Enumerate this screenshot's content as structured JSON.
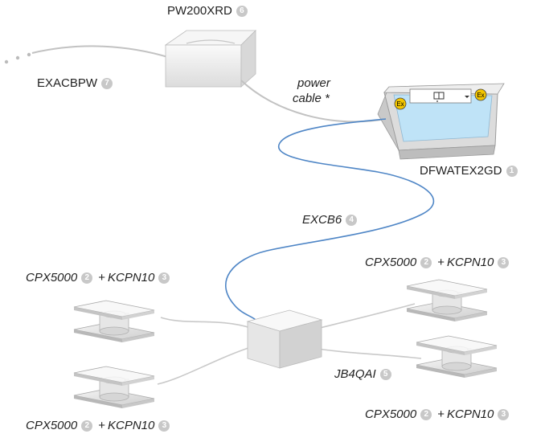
{
  "components": {
    "power_supply": {
      "code": "PW200XRD",
      "num": "6"
    },
    "mains_cable": {
      "code": "EXACBPW",
      "num": "7"
    },
    "power_cable": {
      "line1": "power",
      "line2": "cable *"
    },
    "indicator": {
      "code": "DFWATEX2GD",
      "num": "1",
      "ex_badge": "Ex"
    },
    "connection_cable": {
      "code": "EXCB6",
      "num": "4"
    },
    "junction_box": {
      "code": "JB4QAI",
      "num": "5"
    },
    "load_cells": [
      {
        "cell": "CPX5000",
        "cell_num": "2",
        "plus": "+",
        "kit": "KCPN10",
        "kit_num": "3"
      },
      {
        "cell": "CPX5000",
        "cell_num": "2",
        "plus": "+",
        "kit": "KCPN10",
        "kit_num": "3"
      },
      {
        "cell": "CPX5000",
        "cell_num": "2",
        "plus": "+",
        "kit": "KCPN10",
        "kit_num": "3"
      },
      {
        "cell": "CPX5000",
        "cell_num": "2",
        "plus": "+",
        "kit": "KCPN10",
        "kit_num": "3"
      }
    ]
  },
  "colors": {
    "blue_cable": "#4f86c6",
    "grey_cable": "#b9b9b9",
    "screen": "#bfe3f7",
    "ex_badge": "#f2c500"
  }
}
